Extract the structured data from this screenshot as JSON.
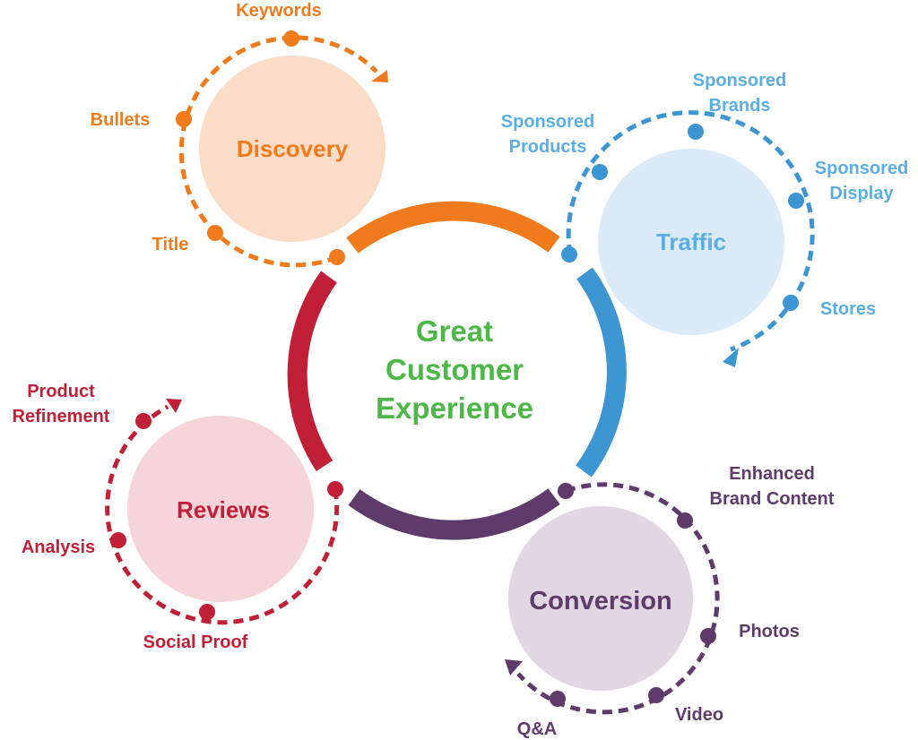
{
  "center": {
    "lines": [
      "Great",
      "Customer",
      "Experience"
    ],
    "color": "#4db848"
  },
  "colors": {
    "discovery": "#f07b1d",
    "traffic": "#5aaee3",
    "traffic_arc": "#3d95d1",
    "conversion": "#5e3b6b",
    "reviews": "#c01f38",
    "discovery_fill": "#fbdcc6",
    "traffic_fill": "#dbeaf6",
    "conversion_fill": "#e0d7e2",
    "reviews_fill": "#f5d5da"
  },
  "discovery": {
    "title": "Discovery",
    "items": {
      "keywords": "Keywords",
      "bullets": "Bullets",
      "title_item": "Title"
    }
  },
  "traffic": {
    "title": "Traffic",
    "items": {
      "sponsored_products": [
        "Sponsored",
        "Products"
      ],
      "sponsored_brands": [
        "Sponsored",
        "Brands"
      ],
      "sponsored_display": [
        "Sponsored",
        "Display"
      ],
      "stores": "Stores"
    }
  },
  "conversion": {
    "title": "Conversion",
    "items": {
      "enhanced_brand_content": [
        "Enhanced",
        "Brand Content"
      ],
      "photos": "Photos",
      "video": "Video",
      "qa": "Q&A"
    }
  },
  "reviews": {
    "title": "Reviews",
    "items": {
      "product_refinement": [
        "Product",
        "Refinement"
      ],
      "analysis": "Analysis",
      "social_proof": "Social Proof"
    }
  }
}
